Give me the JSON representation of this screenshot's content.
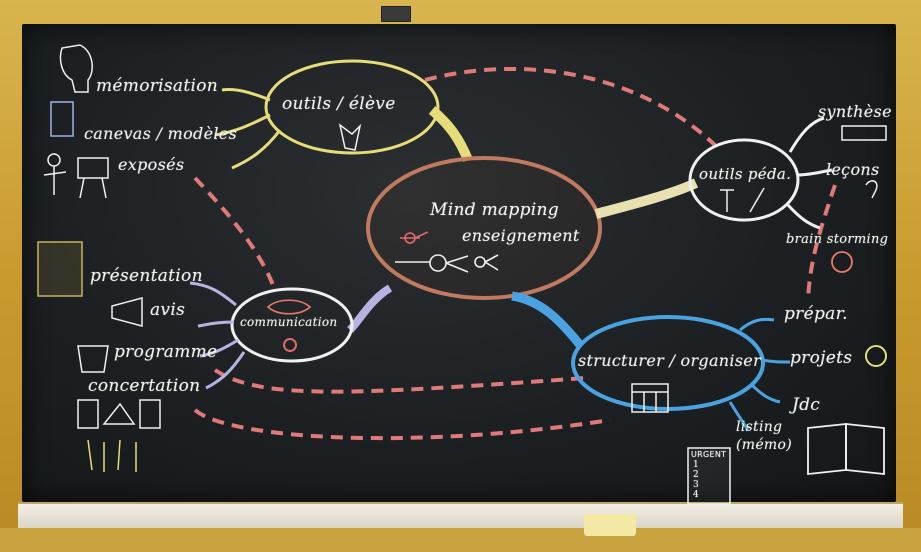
{
  "board": {
    "center": {
      "line1": "Mind mapping",
      "line2": "enseignement"
    },
    "nodes": {
      "outils_eleve": "outils / élève",
      "outils_peda": "outils péda.",
      "communication": "communication",
      "structurer": "structurer / organiser"
    },
    "left_top_items": [
      "mémorisation",
      "canevas / modèles",
      "exposés"
    ],
    "left_bottom_items": [
      "présentation",
      "avis",
      "programme",
      "concertation"
    ],
    "right_top_items": [
      "synthèse",
      "leçons",
      "brain storming"
    ],
    "right_bottom_items": [
      "prépar.",
      "projets",
      "Jdc",
      "listing (mémo)"
    ],
    "urgent_note": {
      "title": "URGENT",
      "lines": [
        "1",
        "2",
        "3",
        "4"
      ]
    }
  },
  "colors": {
    "board": "#1c2022",
    "frame": "#c99a2e",
    "yellow_branch": "#e6dc7a",
    "red_dashes": "#e07a7a",
    "blue_branch": "#4aa3e0",
    "lilac_branch": "#b6b3e0",
    "chalk": "#f2f2ee"
  }
}
